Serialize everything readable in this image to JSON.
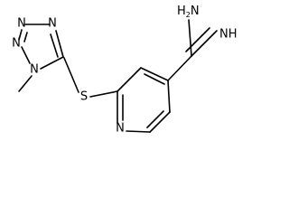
{
  "molecule": {
    "atom_labels": {
      "amidine_nh2": "H",
      "amidine_nh2_sub": "2",
      "amidine_nh2_n": "N",
      "amidine_nh": "NH",
      "sulfur": "S",
      "pyridine_n": "N",
      "tetrazole_n1": "N",
      "tetrazole_n2": "N",
      "tetrazole_n3": "N",
      "tetrazole_n4": "N"
    }
  }
}
